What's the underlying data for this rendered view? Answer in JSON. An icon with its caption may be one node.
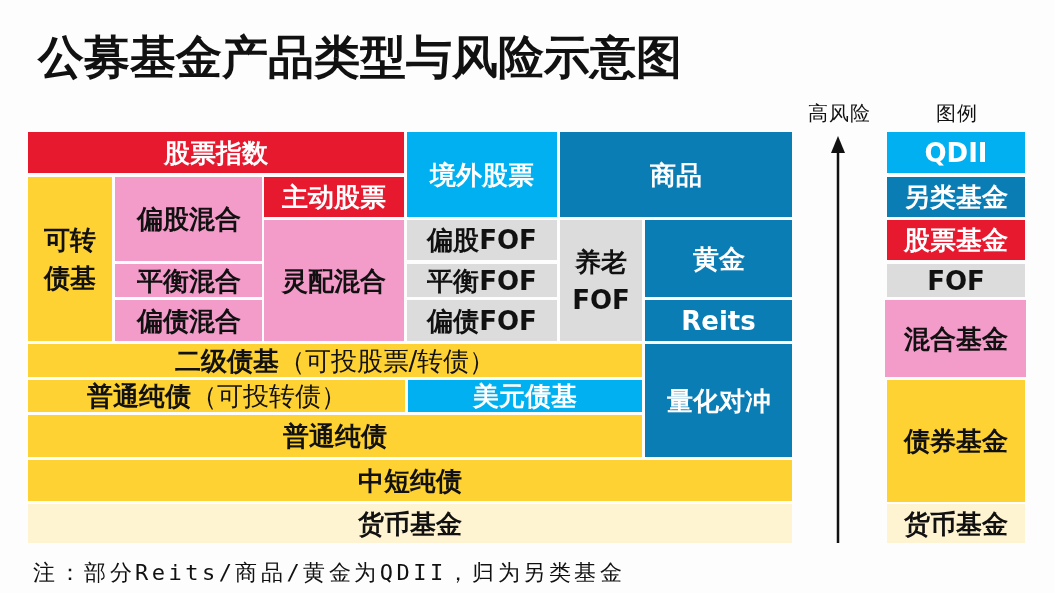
{
  "diagram": {
    "title": "公募基金产品类型与风险示意图",
    "nodes": [
      {
        "text": [
          "股票指数"
        ]
      },
      {
        "text": [
          "境外股票"
        ]
      },
      {
        "text": [
          "商品"
        ]
      },
      {
        "text": [
          "可转债基"
        ]
      },
      {
        "text": [
          "偏股混合"
        ]
      },
      {
        "text": [
          "主动股票"
        ]
      },
      {
        "text": [
          "灵配混合"
        ]
      },
      {
        "text": [
          "偏股FOF"
        ]
      },
      {
        "text": [
          "养老FOF"
        ]
      },
      {
        "text": [
          "黄金"
        ]
      },
      {
        "text": [
          "平衡混合"
        ]
      },
      {
        "text": [
          "平衡FOF"
        ]
      },
      {
        "text": [
          "偏债混合"
        ]
      },
      {
        "text": [
          "偏债FOF"
        ]
      },
      {
        "text": [
          "Reits"
        ]
      },
      {
        "text": [
          "**二级债基**（可投股票/转债）"
        ]
      },
      {
        "text": [
          "量化对冲"
        ]
      },
      {
        "text": [
          "**普通纯债**（可投转债）"
        ]
      },
      {
        "text": [
          "美元债基"
        ]
      },
      {
        "text": [
          "普通纯债"
        ]
      },
      {
        "text": [
          "中短纯债"
        ]
      },
      {
        "text": [
          "货币基金"
        ]
      }
    ],
    "labels": [
      "高风险",
      "图例",
      "注：部分Reits/商品/黄金为QDII，归为另类基金"
    ],
    "legend": [
      {
        "text": "QDII",
        "color": "#00b0f0"
      },
      {
        "text": "另类基金",
        "color": "#0a7db5"
      },
      {
        "text": "股票基金",
        "color": "#e6192e"
      },
      {
        "text": "FOF",
        "color": "#dddcdd"
      },
      {
        "text": "混合基金",
        "color": "#f39bc9"
      },
      {
        "text": "债券基金",
        "color": "#ffd233"
      },
      {
        "text": "货币基金",
        "color": "#fff4d2"
      }
    ]
  }
}
